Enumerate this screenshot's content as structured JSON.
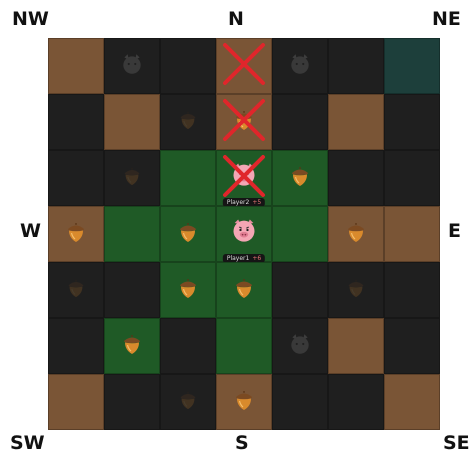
{
  "compass": {
    "nw": "NW",
    "n": "N",
    "ne": "NE",
    "w": "W",
    "e": "E",
    "sw": "SW",
    "s": "S",
    "se": "SE"
  },
  "board": {
    "rows": 7,
    "cols": 7,
    "tiles": [
      [
        "brown",
        "dark",
        "dark",
        "brown",
        "dark",
        "dark",
        "teal"
      ],
      [
        "dark",
        "brown",
        "dark",
        "brown",
        "dark",
        "brown",
        "dark"
      ],
      [
        "dark",
        "dark",
        "green",
        "green",
        "green",
        "dark",
        "dark"
      ],
      [
        "brown",
        "green",
        "green",
        "green",
        "green",
        "brown",
        "brown"
      ],
      [
        "dark",
        "dark",
        "green",
        "green",
        "dark",
        "dark",
        "dark"
      ],
      [
        "dark",
        "green",
        "dark",
        "green",
        "dark",
        "brown",
        "dark"
      ],
      [
        "brown",
        "dark",
        "dark",
        "brown",
        "dark",
        "dark",
        "brown"
      ]
    ],
    "acorns": [
      [
        1,
        3
      ],
      [
        2,
        4
      ],
      [
        3,
        0
      ],
      [
        3,
        2
      ],
      [
        3,
        5
      ],
      [
        4,
        2
      ],
      [
        4,
        3
      ],
      [
        5,
        1
      ],
      [
        6,
        3
      ]
    ],
    "faded_acorns": [
      [
        1,
        2
      ],
      [
        2,
        1
      ],
      [
        4,
        0
      ],
      [
        4,
        5
      ],
      [
        6,
        2
      ]
    ],
    "ghost_icons": [
      [
        0,
        1
      ],
      [
        0,
        4
      ],
      [
        5,
        4
      ]
    ],
    "crossed_cells": [
      [
        0,
        3
      ],
      [
        1,
        3
      ],
      [
        2,
        3
      ]
    ],
    "players": [
      {
        "name": "Player2",
        "delta": "+5",
        "row": 2,
        "col": 3
      },
      {
        "name": "Player1",
        "delta": "+6",
        "row": 3,
        "col": 3
      }
    ],
    "colors": {
      "dark": "#1f1f1f",
      "brown": "#7a5536",
      "green": "#1f5a26",
      "teal": "#1d3f3b",
      "cross": "#e0262b",
      "pig": "#f4a6b4"
    }
  }
}
